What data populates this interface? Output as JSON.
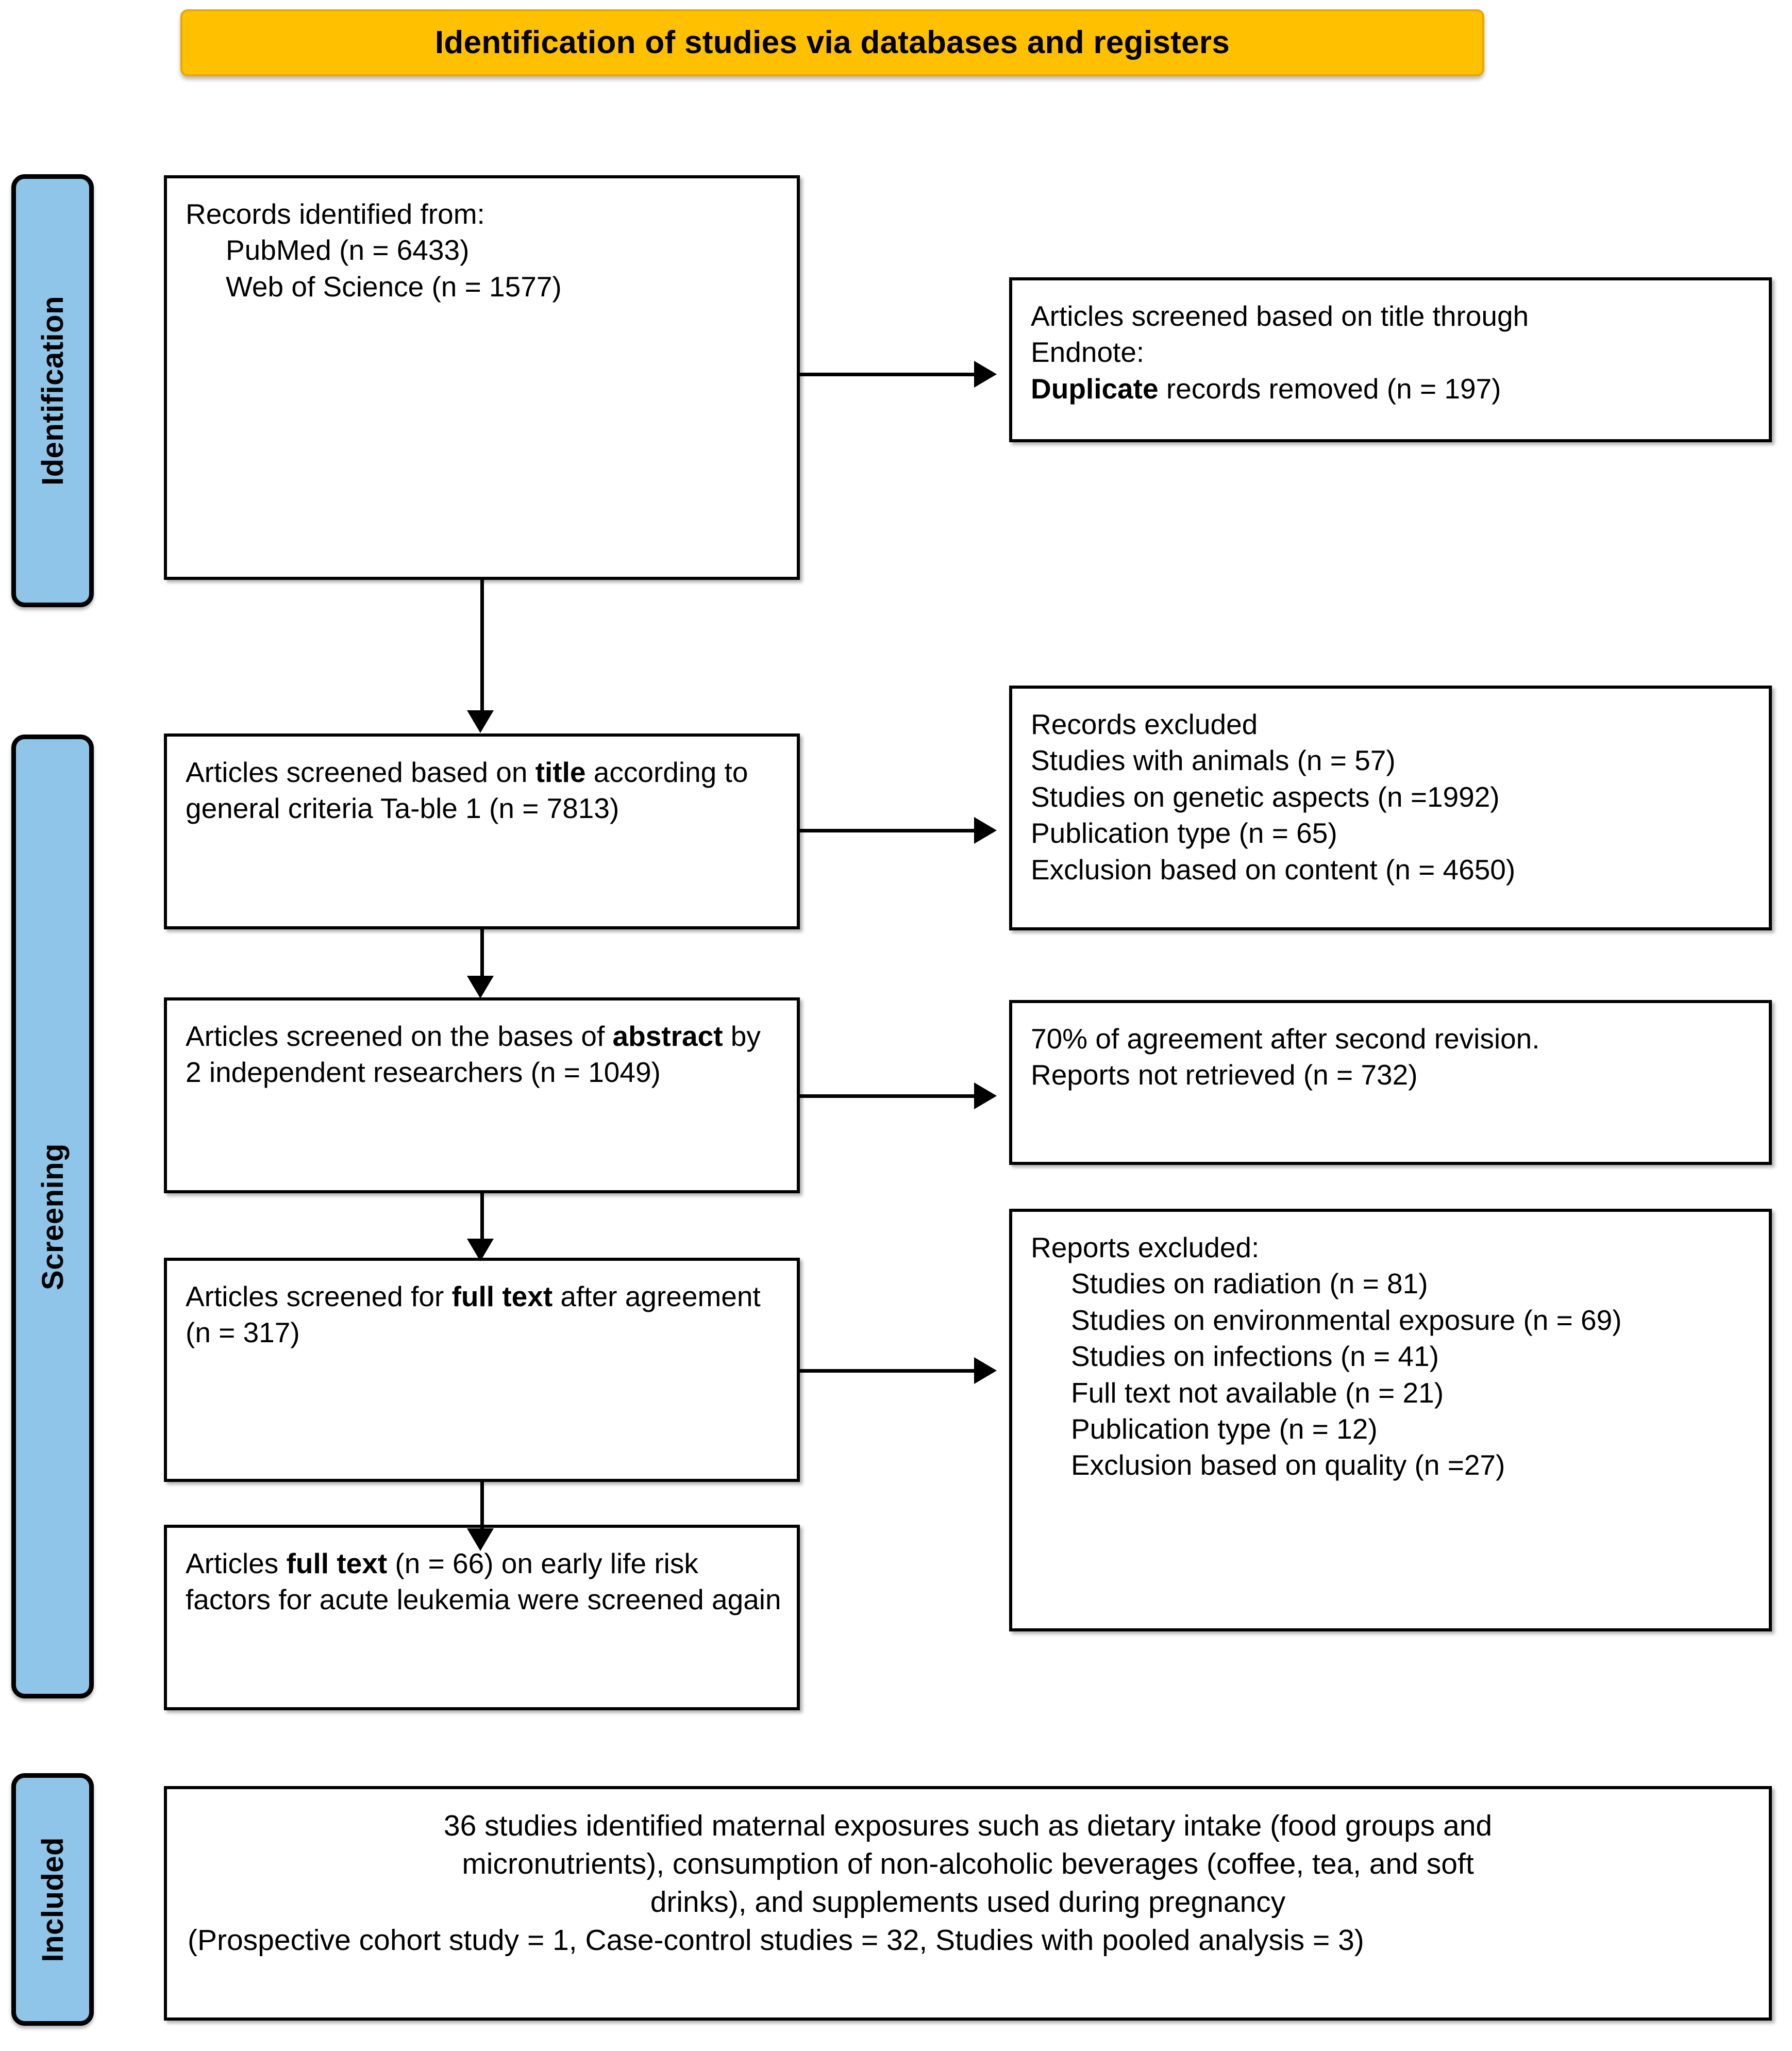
{
  "banner": {
    "title": "Identification of studies via databases and registers"
  },
  "stages": [
    {
      "key": "identification",
      "label": "Identification"
    },
    {
      "key": "screening",
      "label": "Screening"
    },
    {
      "key": "included",
      "label": "Included"
    }
  ],
  "colors": {
    "banner_fill": "#FFC000",
    "stage_fill": "#8EC5E8",
    "box_border": "#000000",
    "box_fill": "#FFFFFF",
    "text": "#000000"
  },
  "boxes": {
    "identified": {
      "line1": "Records identified from:",
      "line2": "PubMed (n = 6433)",
      "line3": "Web of Science (n = 1577)"
    },
    "duplicates": {
      "line1": "Articles screened based on title through",
      "line2": "Endnote:",
      "line3_bold": "Duplicate",
      "line3_rest": " records removed (n = 197)"
    },
    "title_screen": {
      "part1": "Articles screened based on ",
      "part2_bold": "title",
      "part3": " according to general criteria Ta-ble 1 (n = 7813)"
    },
    "excluded_1": {
      "heading": "Records excluded",
      "items": [
        "Studies with animals (n = 57)",
        "Studies on genetic aspects (n =1992)",
        "Publication type (n = 65)",
        "Exclusion based on content (n = 4650)"
      ]
    },
    "abstract": {
      "part1": "Articles screened on the bases of ",
      "part2_bold": "abstract",
      "part3": " by 2 independent researchers (n = 1049)"
    },
    "not_retrieved": {
      "line1": "70% of agreement after second revision.",
      "line2": "Reports not retrieved (n = 732)"
    },
    "fulltext_screen": {
      "part1": "Articles screened for ",
      "part2_bold": "full text",
      "part3": " after agreement (n = 317)"
    },
    "excluded_2": {
      "heading": "Reports excluded:",
      "items": [
        "Studies on radiation (n = 81)",
        "Studies on environmental exposure (n = 69)",
        "Studies on infections (n = 41)",
        "Full text not available (n = 21)",
        "Publication type (n = 12)",
        "Exclusion based on quality (n =27)"
      ]
    },
    "final_fulltext": {
      "part1": "Articles ",
      "part2_bold": "full text",
      "part3": " (n = 66) on early life risk factors for acute leukemia were screened again"
    },
    "included_summary": {
      "line1": "36 studies identified maternal exposures such as dietary intake (food groups and",
      "line2": "micronutrients), consumption of non-alcoholic beverages (coffee, tea, and soft",
      "line3": "drinks), and supplements used during pregnancy",
      "line4": "(Prospective cohort study = 1, Case-control studies = 32, Studies with pooled analysis = 3)"
    }
  },
  "counts": {
    "pubmed": 6433,
    "web_of_science": 1577,
    "duplicates_removed": 197,
    "title_screened": 7813,
    "excluded_animals": 57,
    "excluded_genetic": 1992,
    "excluded_publication_type_1": 65,
    "excluded_content": 4650,
    "abstract_screened": 1049,
    "reports_not_retrieved": 732,
    "agreement_percent": "70%",
    "fulltext_screened": 317,
    "excluded_radiation": 81,
    "excluded_environmental": 69,
    "excluded_infections": 41,
    "excluded_fulltext_unavailable": 21,
    "excluded_publication_type_2": 12,
    "excluded_quality": 27,
    "fulltext_final": 66,
    "included_studies": 36,
    "prospective_cohort": 1,
    "case_control": 32,
    "pooled_analysis": 3
  }
}
